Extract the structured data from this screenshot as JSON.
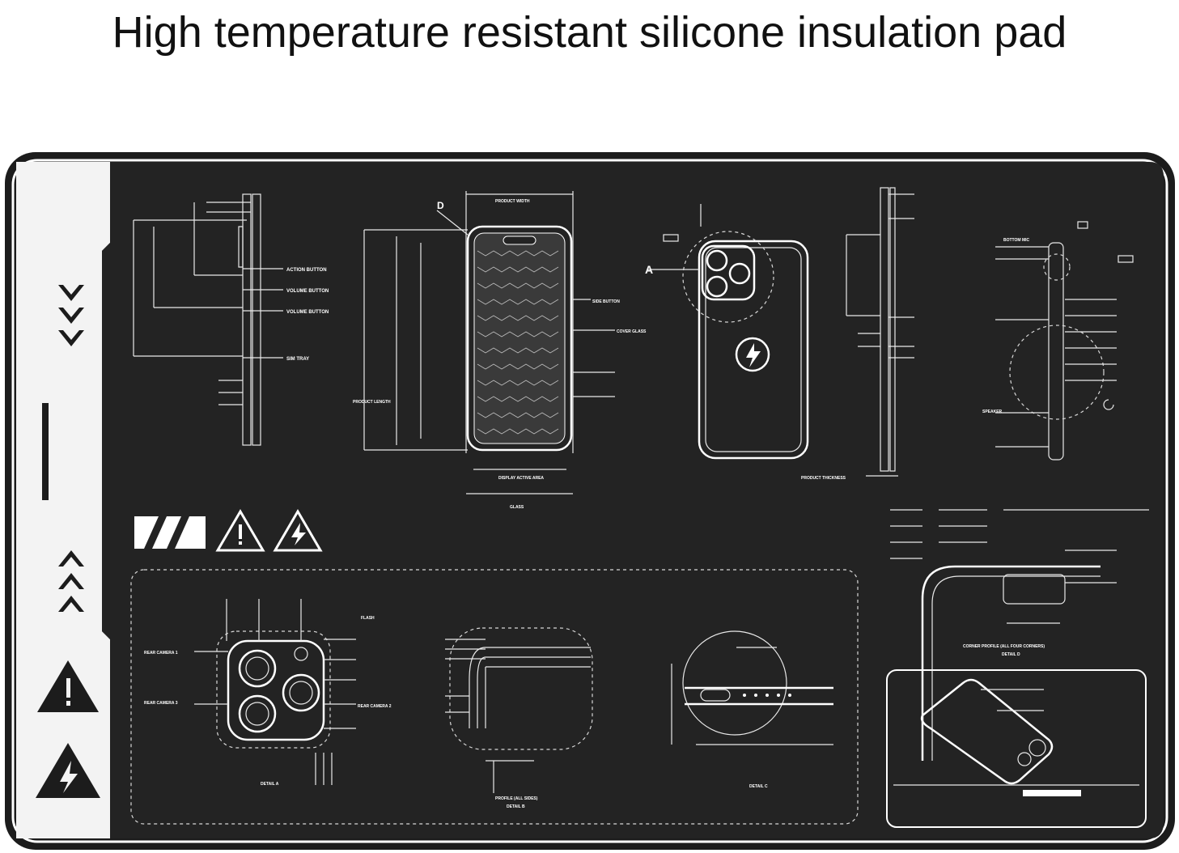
{
  "page": {
    "title": "High temperature resistant silicone insulation pad"
  },
  "mat": {
    "colors": {
      "background": "#202020",
      "lines": "#ffffff",
      "frame": "#ffffff"
    },
    "callouts_top": [
      "ACTION BUTTON",
      "VOLUME BUTTON",
      "VOLUME BUTTON",
      "SIM TRAY",
      "PRODUCT WIDTH",
      "PRODUCT LENGTH",
      "DISPLAY ACTIVE AREA",
      "GLASS",
      "COVER GLASS",
      "SIDE BUTTON",
      "PRODUCT THICKNESS",
      "BOTTOM MIC",
      "SPEAKER"
    ],
    "callouts_bottom": [
      "FLASH",
      "REAR CAMERA 1",
      "REAR CAMERA 2",
      "REAR CAMERA 3",
      "DETAIL A",
      "PROFILE (ALL SIDES)",
      "DETAIL B",
      "DETAIL C",
      "CORNER PROFILE (ALL FOUR CORNERS)",
      "DETAIL D"
    ],
    "icons": [
      "chevron-down-icon",
      "chevron-up-icon",
      "warning-icon",
      "lightning-warning-icon",
      "hazard-stripes-icon"
    ]
  }
}
